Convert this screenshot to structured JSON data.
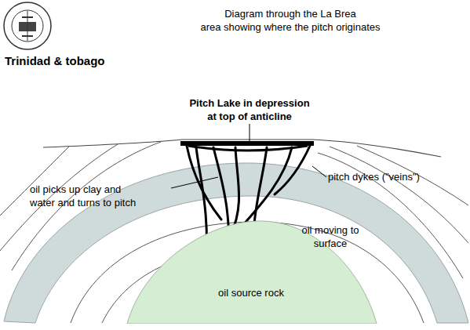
{
  "diagram": {
    "title": "Diagram through the La Brea area showing where the pitch originates",
    "nodes": [
      {
        "text": [
          "oil source rock"
        ]
      }
    ],
    "labels": [
      "Trinidad & tobago",
      "Pitch Lake in depression at top of anticline",
      "pitch dykes (\"veins\")",
      "oil picks up clay and water and turns to pitch",
      "oil moving to surface"
    ]
  }
}
